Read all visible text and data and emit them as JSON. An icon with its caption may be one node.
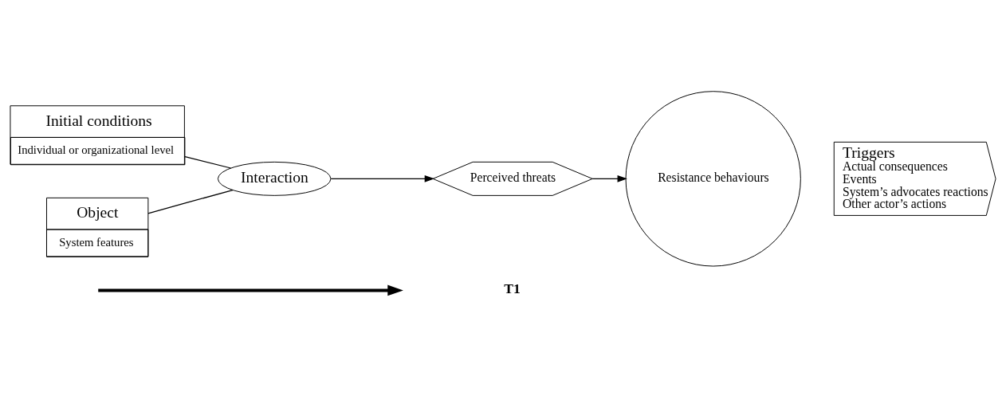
{
  "diagram": {
    "nodes": [
      {
        "text": [
          "Initial conditions",
          "Individual or organizational level"
        ]
      },
      {
        "text": [
          "Object",
          "System features"
        ]
      },
      {
        "text": [
          "Interaction"
        ]
      },
      {
        "text": [
          "Perceived threats"
        ]
      },
      {
        "text": [
          "Resistance behaviours"
        ]
      },
      {
        "text": [
          "Triggers",
          "Actual consequences",
          "Events",
          "System’s advocates reactions",
          "Other actor’s actions"
        ]
      }
    ],
    "edges": [
      {
        "from": 0,
        "to": 2,
        "arrow": "none"
      },
      {
        "from": 1,
        "to": 2,
        "arrow": "none"
      },
      {
        "from": 2,
        "to": 3,
        "arrow": "to"
      },
      {
        "from": 3,
        "to": 4,
        "arrow": "to"
      }
    ],
    "labels": [
      "T1"
    ]
  }
}
